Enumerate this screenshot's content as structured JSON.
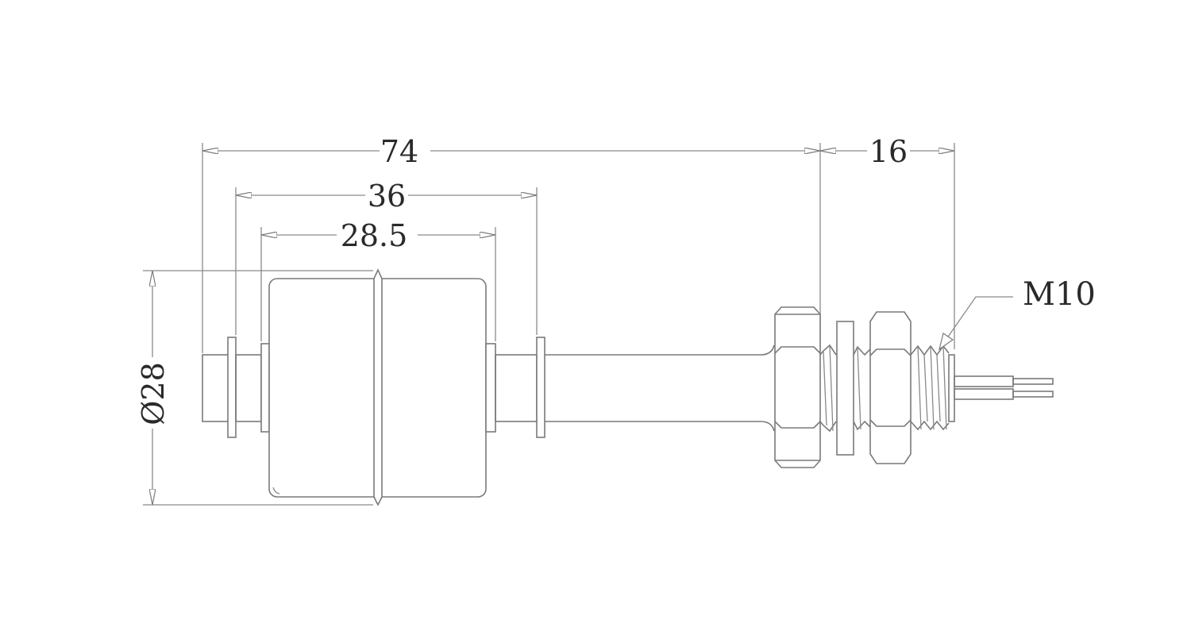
{
  "drawing": {
    "dimensions": {
      "overall_length": "74",
      "thread_length": "16",
      "stop_span": "36",
      "float_span": "28.5",
      "float_diameter": "Ø28"
    },
    "thread_callout": "M10"
  },
  "colors": {
    "line": "#7a7a7a",
    "text": "#2a2a2a",
    "background": "#ffffff"
  }
}
